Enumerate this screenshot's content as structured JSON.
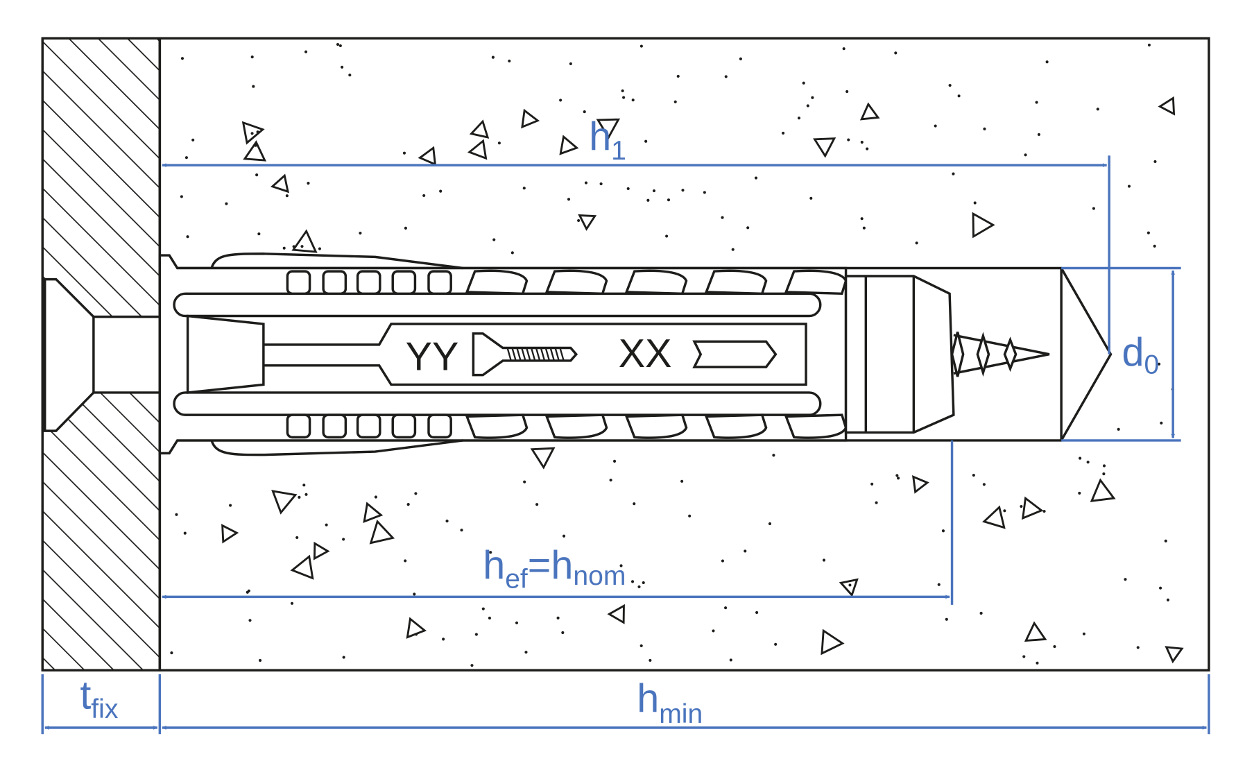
{
  "title": "Plug anchor installation diagram",
  "colors": {
    "dimension": "#4a74bd",
    "line": "#1d1d1b"
  },
  "labels": {
    "h1": {
      "main": "h",
      "sub": "1"
    },
    "d0": {
      "main": "d",
      "sub": "0"
    },
    "hef": {
      "main": "h",
      "sub": "ef",
      "eq": "=",
      "main2": "h",
      "sub2": "nom"
    },
    "tfix": {
      "main": "t",
      "sub": "fix"
    },
    "hmin": {
      "main": "h",
      "sub": "min"
    }
  },
  "anchor_markings": {
    "left": "YY",
    "right": "XX"
  }
}
